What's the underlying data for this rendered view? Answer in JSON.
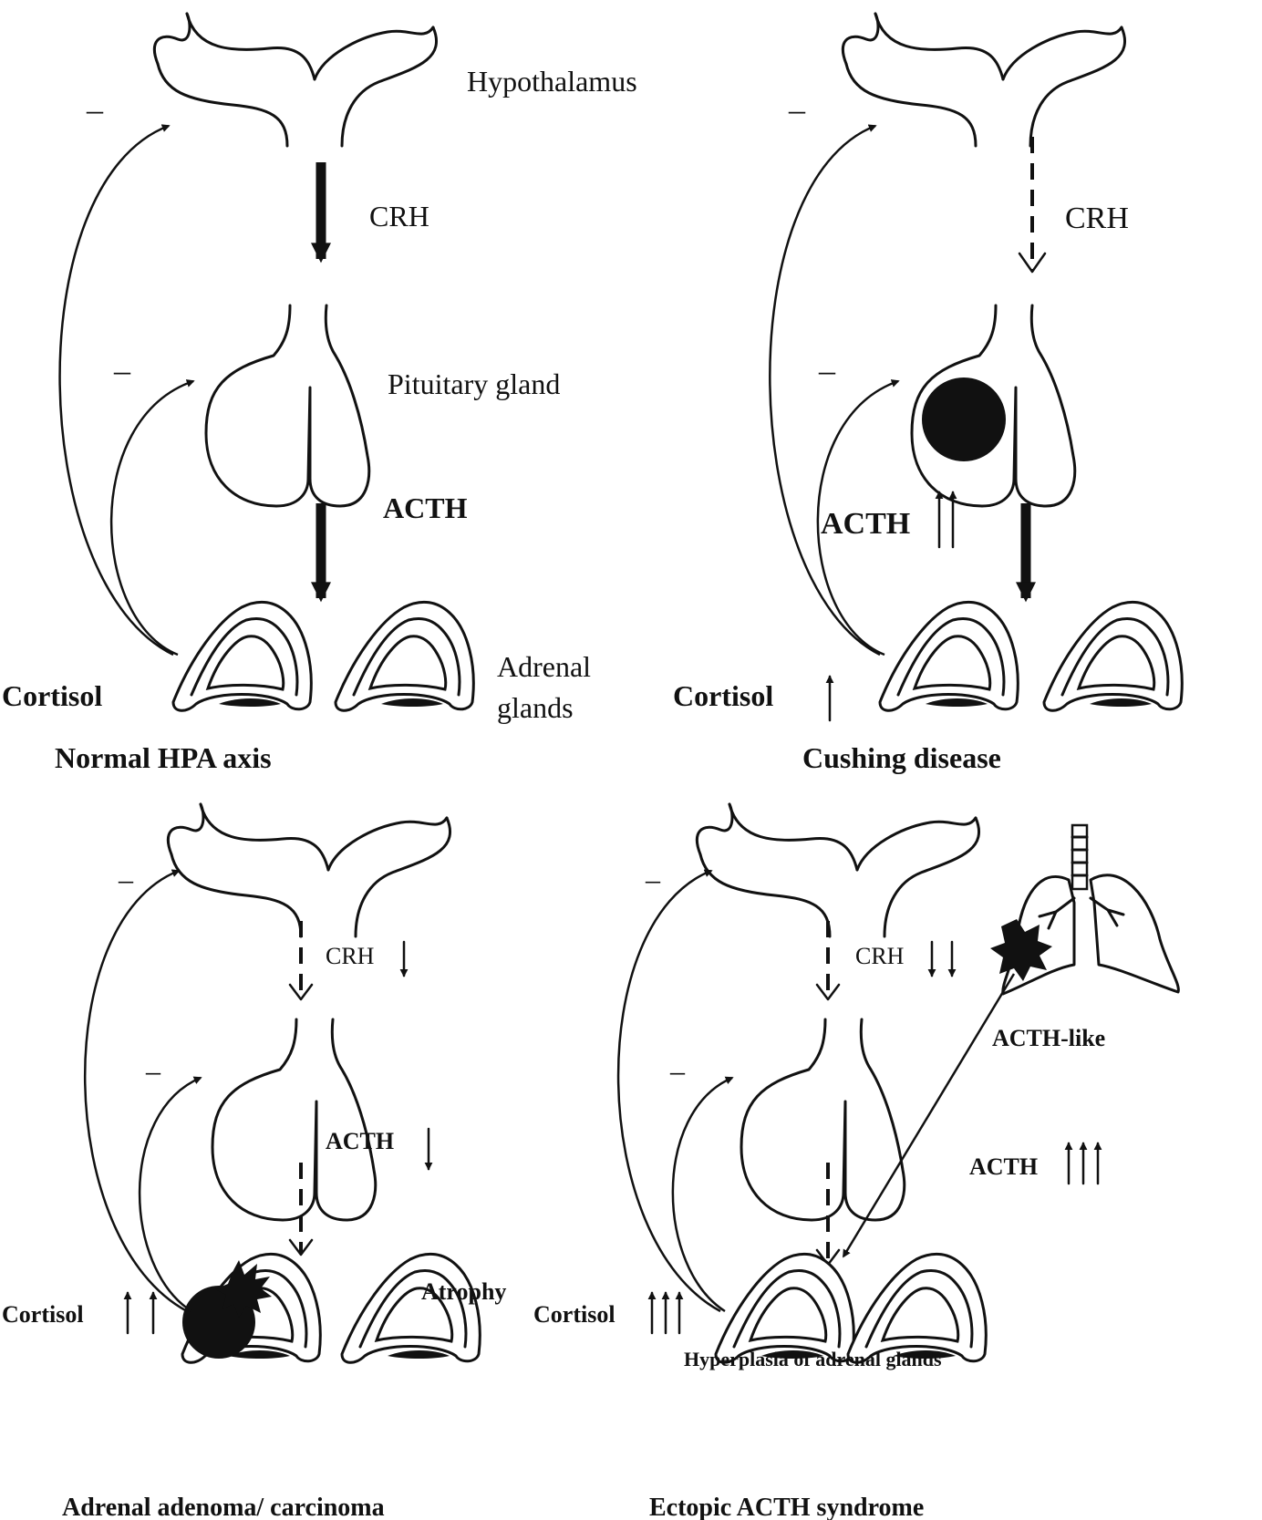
{
  "panels": {
    "normal": {
      "title": "Normal HPA axis",
      "hypothalamus": "Hypothalamus",
      "crh": "CRH",
      "pituitary": "Pituitary  gland",
      "acth": "ACTH",
      "adrenal_line1": "Adrenal",
      "adrenal_line2": "glands",
      "cortisol": "Cortisol",
      "minus": "–"
    },
    "cushing": {
      "title": "Cushing disease",
      "crh": "CRH",
      "acth": "ACTH",
      "cortisol": "Cortisol",
      "minus": "–"
    },
    "adrenal": {
      "title": "Adrenal adenoma/ carcinoma",
      "crh": "CRH",
      "acth": "ACTH",
      "cortisol": "Cortisol",
      "atrophy": "Atrophy",
      "minus": "–"
    },
    "ectopic": {
      "title": "Ectopic ACTH syndrome",
      "crh": "CRH",
      "acth_like": "ACTH-like",
      "acth": "ACTH",
      "cortisol": "Cortisol",
      "hyperplasia": "Hyperplasia of adrenal  glands",
      "minus": "–"
    }
  }
}
